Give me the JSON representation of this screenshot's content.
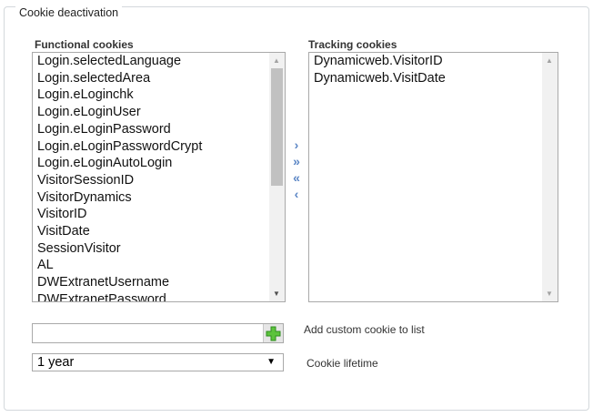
{
  "fieldset": {
    "legend": "Cookie deactivation"
  },
  "functional": {
    "label": "Functional cookies",
    "items": [
      "Login.selectedLanguage",
      "Login.selectedArea",
      "Login.eLoginchk",
      "Login.eLoginUser",
      "Login.eLoginPassword",
      "Login.eLoginPasswordCrypt",
      "Login.eLoginAutoLogin",
      "VisitorSessionID",
      "VisitorDynamics",
      "VisitorID",
      "VisitDate",
      "SessionVisitor",
      "AL",
      "DWExtranetUsername",
      "DWExtranetPassword"
    ]
  },
  "tracking": {
    "label": "Tracking cookies",
    "items": [
      "Dynamicweb.VisitorID",
      "Dynamicweb.VisitDate"
    ]
  },
  "move": {
    "right": "›",
    "all_right": "»",
    "all_left": "«",
    "left": "‹"
  },
  "custom": {
    "value": "",
    "label": "Add custom cookie to list"
  },
  "lifetime": {
    "value": "1 year",
    "label": "Cookie lifetime"
  }
}
